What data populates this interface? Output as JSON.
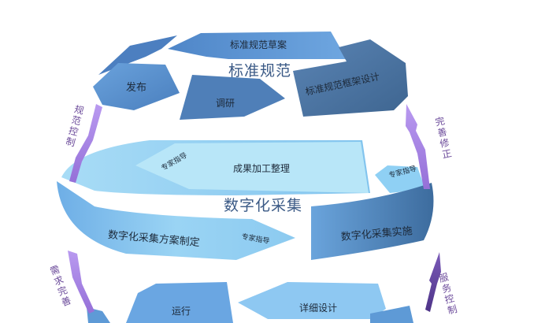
{
  "diagram": {
    "type": "sphere-cycle-diagram",
    "sections": [
      {
        "id": "standards",
        "title": "标准规范",
        "steps": [
          "标准规范草案",
          "发布",
          "调研",
          "标准规范框架设计"
        ]
      },
      {
        "id": "digitization",
        "title": "数字化采集",
        "steps": [
          "成果加工整理",
          "数字化采集方案制定",
          "数字化采集实施"
        ],
        "guidance_labels": [
          "专家指导",
          "专家指导",
          "专家指导"
        ]
      },
      {
        "id": "operation",
        "steps": [
          "运行",
          "详细设计"
        ]
      }
    ],
    "side_arrows": {
      "left_upper": "规范控制",
      "right_upper": "完善修正",
      "left_lower": "需求完善",
      "right_lower": "服务控制"
    },
    "colors": {
      "ribbon_light": "#8ec8ef",
      "ribbon_mid": "#5e9ad6",
      "ribbon_dark": "#46709e",
      "arrow_purple": "#a47ee0",
      "arrow_purple_dark": "#6a48a8",
      "section_title": "#3b5a86"
    }
  }
}
